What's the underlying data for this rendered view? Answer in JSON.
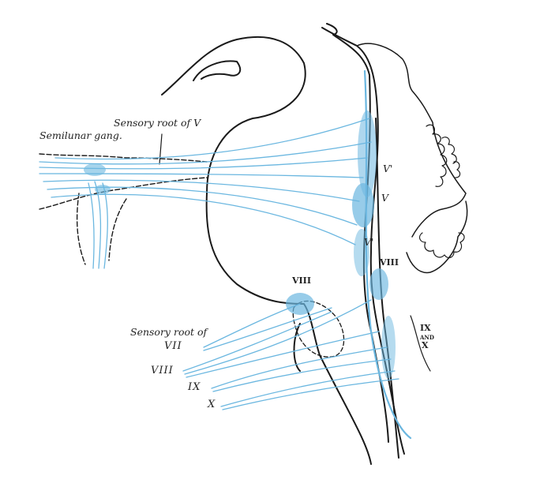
{
  "colors": {
    "nerve": "#6bb7e0",
    "ink": "#1a1a1a",
    "background": "#ffffff"
  },
  "labels": {
    "sensory_root_v": "Sensory root of V",
    "semilunar_gang": "Semilunar gang.",
    "v_upper": "V'",
    "v_main": "V",
    "v_lower": "V'",
    "viii_right": "VIII",
    "viii_left": "VIII",
    "ix_x_ix": "IX",
    "ix_x_and": "AND",
    "ix_x_x": "X",
    "sensory_root_of": "Sensory root of",
    "vii": "VII",
    "viii": "VIII",
    "ix": "IX",
    "x": "X"
  }
}
